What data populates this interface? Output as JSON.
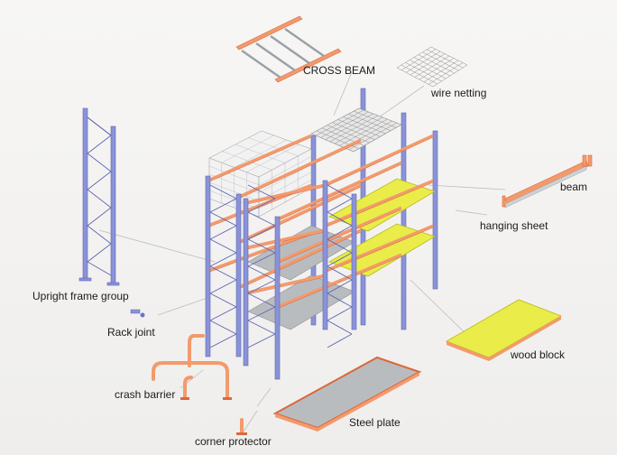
{
  "labels": {
    "cross_beam": "CROSS BEAM",
    "wire_netting": "wire netting",
    "beam": "beam",
    "hanging_sheet": "hanging sheet",
    "upright_frame_group": "Upright frame group",
    "rack_joint": "Rack joint",
    "wood_block": "wood block",
    "crash_barrier": "crash barrier",
    "steel_plate": "Steel plate",
    "corner_protector": "corner protector"
  },
  "colors": {
    "upright": "#8a93d8",
    "beam": "#f39a6c",
    "wood_block": "#e9ec49",
    "steel_plate": "#b9bcbf"
  }
}
